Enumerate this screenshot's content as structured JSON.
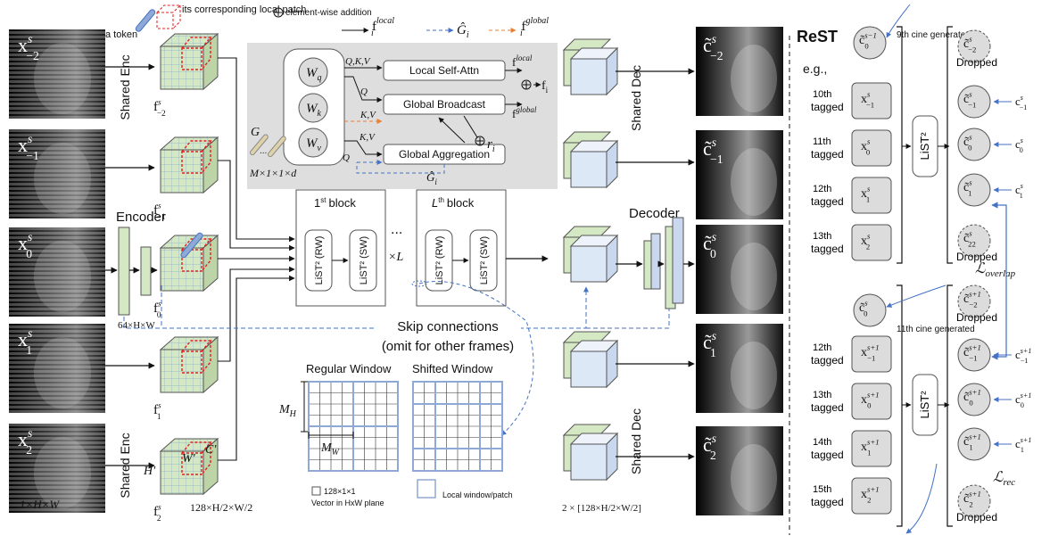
{
  "legend": {
    "token": "a token",
    "patch": "its corresponding local patch",
    "addition": "element-wise addition",
    "f_local": "f",
    "f_local_sup": "local",
    "f_local_sub": "i",
    "g_hat": "Ĝ",
    "g_hat_sub": "i",
    "f_global": "f",
    "f_global_sup": "global",
    "f_global_sub": "i"
  },
  "input_frames": [
    {
      "base": "x",
      "sup": "s",
      "sub": "−2"
    },
    {
      "base": "x",
      "sup": "s",
      "sub": "−1"
    },
    {
      "base": "x",
      "sup": "s",
      "sub": "0"
    },
    {
      "base": "x",
      "sup": "s",
      "sub": "1"
    },
    {
      "base": "x",
      "sup": "s",
      "sub": "2"
    }
  ],
  "input_dim": "1×H×W",
  "encoder": {
    "shared_enc": "Shared Enc",
    "encoder": "Encoder",
    "channel_dim": "64×H×W"
  },
  "features": [
    {
      "base": "f",
      "sup": "s",
      "sub": "−2"
    },
    {
      "base": "f",
      "sup": "s",
      "sub": "−1"
    },
    {
      "base": "f",
      "sup": "s",
      "sub": "0"
    },
    {
      "base": "f",
      "sup": "s",
      "sub": "1"
    },
    {
      "base": "f",
      "sup": "s",
      "sub": "2"
    }
  ],
  "feature_dims": {
    "h": "H'",
    "w": "W'",
    "c": "C'",
    "size": "128×H/2×W/2"
  },
  "attention": {
    "wq": "W",
    "wq_sub": "q",
    "wk": "W",
    "wk_sub": "k",
    "wv": "W",
    "wv_sub": "v",
    "qkv": "Q,K,V",
    "q": "Q",
    "kv": "K,V",
    "local_self_attn": "Local Self-Attn",
    "global_broadcast": "Global Broadcast",
    "global_aggregation": "Global Aggregation",
    "fi": "f",
    "fi_sub": "i",
    "ri": "r",
    "ri_sub": "i",
    "g": "G",
    "dots": "...",
    "tokens_dim": "M×1×1×d"
  },
  "blocks": {
    "first": "1",
    "first_sup": "st",
    "last": "L",
    "last_sup": "th",
    "block_word": "block",
    "rw": "LiST² (RW)",
    "sw": "LiST² (SW)",
    "dots": "...",
    "times_l": "×L"
  },
  "skip": {
    "label": "Skip connections",
    "note": "(omit for other frames)"
  },
  "windows": {
    "regular": "Regular Window",
    "shifted": "Shifted Window",
    "mh": "M",
    "mh_sub": "H",
    "mw": "M",
    "mw_sub": "W",
    "vector_legend": "128×1×1",
    "vector_note": "Vector in HxW plane",
    "local_window": "Local window/patch"
  },
  "decoder": {
    "shared_dec": "Shared Dec",
    "decoder": "Decoder",
    "out_dim": "2 × [128×H/2×W/2]"
  },
  "output_frames": [
    {
      "base": "c̃",
      "sup": "s",
      "sub": "−2"
    },
    {
      "base": "c̃",
      "sup": "s",
      "sub": "−1"
    },
    {
      "base": "c̃",
      "sup": "s",
      "sub": "0"
    },
    {
      "base": "c̃",
      "sup": "s",
      "sub": "1"
    },
    {
      "base": "c̃",
      "sup": "s",
      "sub": "2"
    }
  ],
  "rest": {
    "title": "ReST",
    "eg": "e.g.,",
    "list2": "LiST²",
    "top_generated_node": {
      "base": "c̃",
      "sup": "s−1",
      "sub": "0"
    },
    "top_generated_label": "9th cine generated",
    "top_tagged": [
      {
        "ord": "10th",
        "word": "tagged",
        "base": "x",
        "sup": "s",
        "sub": "−1"
      },
      {
        "ord": "11th",
        "word": "tagged",
        "base": "x",
        "sup": "s",
        "sub": "0"
      },
      {
        "ord": "12th",
        "word": "tagged",
        "base": "x",
        "sup": "s",
        "sub": "1"
      },
      {
        "ord": "13th",
        "word": "tagged",
        "base": "x",
        "sup": "s",
        "sub": "2"
      }
    ],
    "top_outputs": [
      {
        "base": "c̃",
        "sup": "s",
        "sub": "−2",
        "dropped": true,
        "label": "Dropped"
      },
      {
        "base": "c̃",
        "sup": "s",
        "sub": "−1",
        "target": "c",
        "target_sup": "s",
        "target_sub": "−1"
      },
      {
        "base": "c̃",
        "sup": "s",
        "sub": "0",
        "target": "c",
        "target_sup": "s",
        "target_sub": "0"
      },
      {
        "base": "c̃",
        "sup": "s",
        "sub": "1",
        "target": "c",
        "target_sup": "s",
        "target_sub": "1"
      },
      {
        "base": "c̃",
        "sup": "s",
        "sub": "22",
        "dropped": true,
        "label": "Dropped"
      }
    ],
    "overlap_loss": "ℒ",
    "overlap_loss_sub": "overlap",
    "bottom_generated_node": {
      "base": "c̃",
      "sup": "s",
      "sub": "0"
    },
    "bottom_generated_label": "11th cine generated",
    "bottom_tagged": [
      {
        "ord": "12th",
        "word": "tagged",
        "base": "x",
        "sup": "s+1",
        "sub": "−1"
      },
      {
        "ord": "13th",
        "word": "tagged",
        "base": "x",
        "sup": "s+1",
        "sub": "0"
      },
      {
        "ord": "14th",
        "word": "tagged",
        "base": "x",
        "sup": "s+1",
        "sub": "1"
      },
      {
        "ord": "15th",
        "word": "tagged",
        "base": "x",
        "sup": "s+1",
        "sub": "2"
      }
    ],
    "bottom_outputs": [
      {
        "base": "c̃",
        "sup": "s+1",
        "sub": "−2",
        "dropped": true,
        "label": "Dropped"
      },
      {
        "base": "c̃",
        "sup": "s+1",
        "sub": "−1",
        "target": "c",
        "target_sup": "s+1",
        "target_sub": "−1"
      },
      {
        "base": "c̃",
        "sup": "s+1",
        "sub": "0",
        "target": "c",
        "target_sup": "s+1",
        "target_sub": "0"
      },
      {
        "base": "c̃",
        "sup": "s+1",
        "sub": "1",
        "target": "c",
        "target_sup": "s+1",
        "target_sub": "1"
      },
      {
        "base": "c̃",
        "sup": "s+1",
        "sub": "2",
        "dropped": true,
        "label": "Dropped"
      }
    ],
    "rec_loss": "ℒ",
    "rec_loss_sub": "rec"
  },
  "colors": {
    "feature_green": "#d5e8c4",
    "cube_blue": "#dde8f7",
    "node_gray": "#dcdcdc",
    "gray_panel": "#dedede",
    "accent_blue": "#4472c4",
    "accent_orange": "#ed7d31",
    "patch_red": "#e02020"
  }
}
